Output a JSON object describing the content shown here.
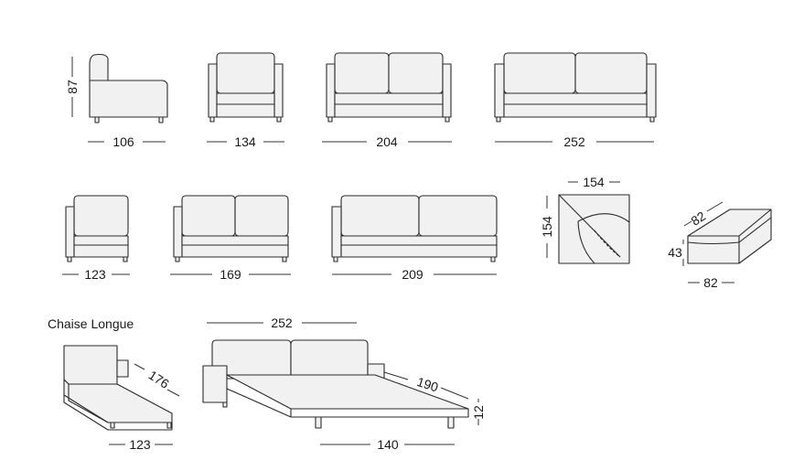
{
  "caption": "Chaise Longue",
  "dims": {
    "d87": "87",
    "d106": "106",
    "d134": "134",
    "d204": "204",
    "d252a": "252",
    "d123a": "123",
    "d169": "169",
    "d209": "209",
    "d154w": "154",
    "d154h": "154",
    "d82top": "82",
    "d43": "43",
    "d82bot": "82",
    "d176": "176",
    "d123b": "123",
    "d252b": "252",
    "d190": "190",
    "d12": "12",
    "d140": "140"
  }
}
